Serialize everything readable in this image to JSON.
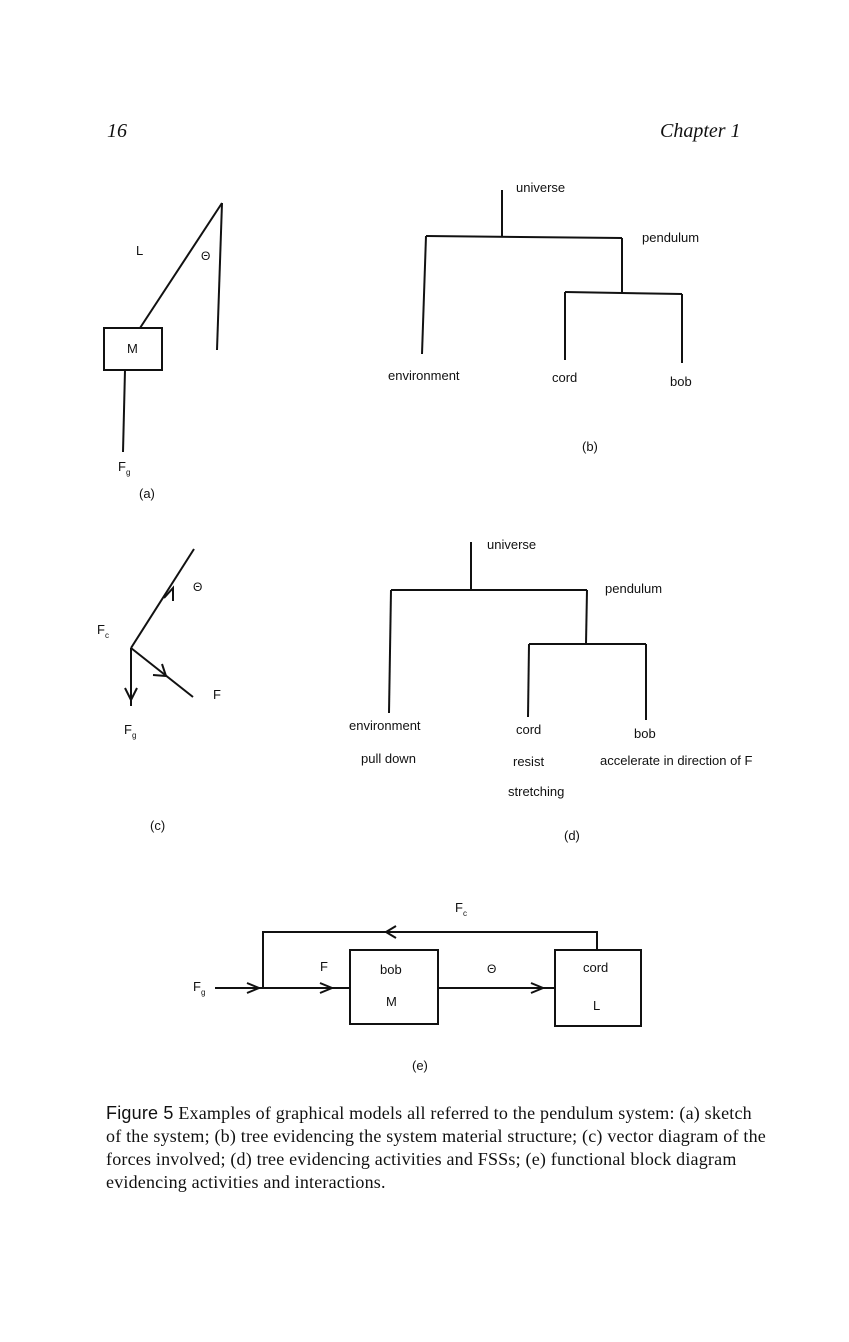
{
  "header": {
    "page_number": "16",
    "chapter": "Chapter 1"
  },
  "panel_a": {
    "label_L": "L",
    "label_theta": "Θ",
    "label_M": "M",
    "label_F": "F",
    "label_g": "g",
    "caption": "(a)"
  },
  "panel_b": {
    "universe": "universe",
    "pendulum": "pendulum",
    "environment": "environment",
    "cord": "cord",
    "bob": "bob",
    "caption": "(b)"
  },
  "panel_c": {
    "label_theta": "Θ",
    "label_F": "F",
    "label_c": "c",
    "label_F2": "F",
    "label_g": "g",
    "label_Fforce": "F",
    "caption": "(c)"
  },
  "panel_d": {
    "universe": "universe",
    "pendulum": "pendulum",
    "environment": "environment",
    "environment_activity": "pull down",
    "cord": "cord",
    "cord_activity_1": "resist",
    "cord_activity_2": "stretching",
    "bob": "bob",
    "bob_activity": "accelerate in direction of F",
    "caption": "(d)"
  },
  "panel_e": {
    "label_F": "F",
    "label_c": "c",
    "label_Fg_F": "F",
    "label_g": "g",
    "label_Finput": "F",
    "bob_name": "bob",
    "bob_symbol": "M",
    "theta": "Θ",
    "cord_name": "cord",
    "cord_symbol": "L",
    "caption": "(e)"
  },
  "caption": {
    "figure_label": "Figure 5",
    "text": "Examples of graphical models all referred to the pendulum system: (a) sketch of the system; (b) tree evidencing the system material structure; (c) vector diagram of the forces involved; (d) tree evidencing activities and FSSs; (e) functional block diagram evidencing activities and interactions."
  }
}
